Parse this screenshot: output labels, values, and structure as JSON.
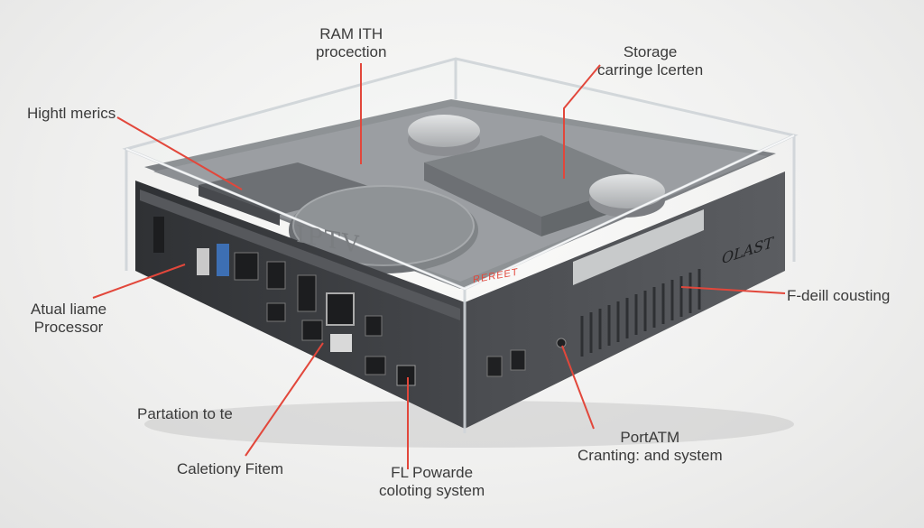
{
  "device": {
    "case_text": "IPTV",
    "brand_text": "OLAST",
    "panel_text": "REREET"
  },
  "labels": {
    "ram": {
      "line1": "RAM ITH",
      "line2": "procection"
    },
    "storage": {
      "line1": "Storage",
      "line2": "carringe lcerten"
    },
    "metrics": {
      "line1": "Hightl merics"
    },
    "processor": {
      "line1": "Atual liame",
      "line2": "Processor"
    },
    "partation": {
      "line1": "Partation to te"
    },
    "caletiony": {
      "line1": "Caletiony Fitem"
    },
    "fl_power": {
      "line1": "FL Powarde",
      "line2": "coloting system"
    },
    "portatm": {
      "line1": "PortATM",
      "line2": "Cranting: and system"
    },
    "fdell": {
      "line1": "F-deill cousting"
    }
  },
  "colors": {
    "leader": "#e2473b",
    "label_text": "#3a3a3a",
    "case_dark": "#3d3f43",
    "case_acrylic": "#dfe3e6"
  }
}
